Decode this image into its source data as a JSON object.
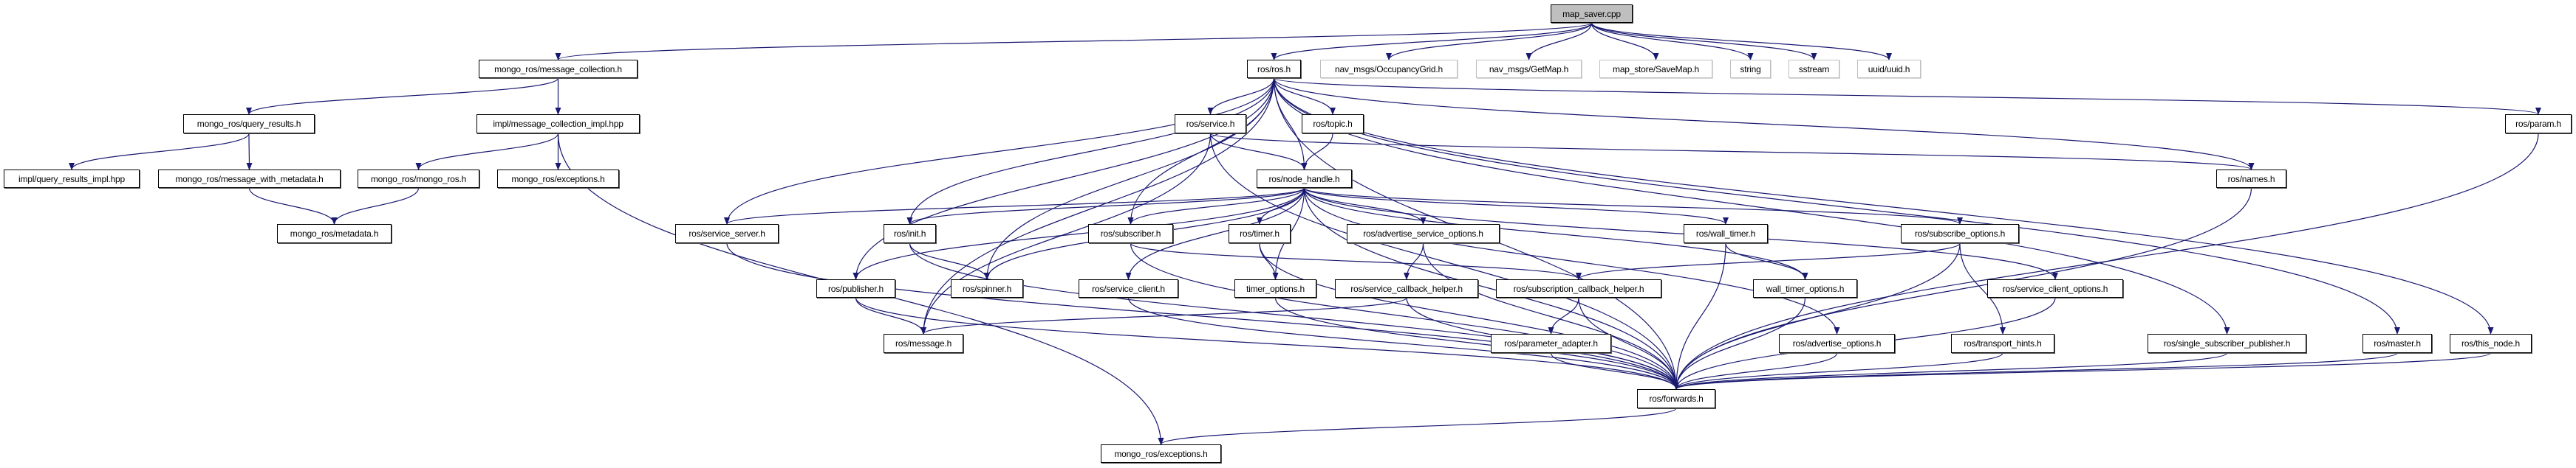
{
  "graph": {
    "edge_color": "#191970",
    "root_fill": "#bfbfbf",
    "external_border": "#bfbfbf",
    "nodes": [
      {
        "id": "map_saver",
        "label": "map_saver.cpp",
        "kind": "root"
      },
      {
        "id": "message_collection",
        "label": "mongo_ros/message_collection.h"
      },
      {
        "id": "ros",
        "label": "ros/ros.h"
      },
      {
        "id": "occgrid",
        "label": "nav_msgs/OccupancyGrid.h",
        "kind": "external"
      },
      {
        "id": "getmap",
        "label": "nav_msgs/GetMap.h",
        "kind": "external"
      },
      {
        "id": "savemap",
        "label": "map_store/SaveMap.h",
        "kind": "external"
      },
      {
        "id": "string",
        "label": "string",
        "kind": "external"
      },
      {
        "id": "sstream",
        "label": "sstream",
        "kind": "external"
      },
      {
        "id": "uuid",
        "label": "uuid/uuid.h",
        "kind": "external"
      },
      {
        "id": "query_results",
        "label": "mongo_ros/query_results.h"
      },
      {
        "id": "mc_impl",
        "label": "impl/message_collection_impl.hpp"
      },
      {
        "id": "qr_impl",
        "label": "impl/query_results_impl.hpp"
      },
      {
        "id": "msg_meta",
        "label": "mongo_ros/message_with_metadata.h"
      },
      {
        "id": "mongo_ros",
        "label": "mongo_ros/mongo_ros.h"
      },
      {
        "id": "exc_top",
        "label": "mongo_ros/exceptions.h"
      },
      {
        "id": "metadata",
        "label": "mongo_ros/metadata.h"
      },
      {
        "id": "service",
        "label": "ros/service.h"
      },
      {
        "id": "topic",
        "label": "ros/topic.h"
      },
      {
        "id": "param",
        "label": "ros/param.h"
      },
      {
        "id": "node_handle",
        "label": "ros/node_handle.h"
      },
      {
        "id": "names",
        "label": "ros/names.h"
      },
      {
        "id": "service_server",
        "label": "ros/service_server.h"
      },
      {
        "id": "init",
        "label": "ros/init.h"
      },
      {
        "id": "subscriber",
        "label": "ros/subscriber.h"
      },
      {
        "id": "timer",
        "label": "ros/timer.h"
      },
      {
        "id": "adv_srv_opts",
        "label": "ros/advertise_service_options.h"
      },
      {
        "id": "wall_timer",
        "label": "ros/wall_timer.h"
      },
      {
        "id": "subscribe_opts",
        "label": "ros/subscribe_options.h"
      },
      {
        "id": "publisher",
        "label": "ros/publisher.h"
      },
      {
        "id": "spinner",
        "label": "ros/spinner.h"
      },
      {
        "id": "service_client",
        "label": "ros/service_client.h"
      },
      {
        "id": "timer_opts",
        "label": "timer_options.h"
      },
      {
        "id": "srv_cb_helper",
        "label": "ros/service_callback_helper.h"
      },
      {
        "id": "sub_cb_helper",
        "label": "ros/subscription_callback_helper.h"
      },
      {
        "id": "wall_timer_opts",
        "label": "wall_timer_options.h"
      },
      {
        "id": "srv_client_opts",
        "label": "ros/service_client_options.h"
      },
      {
        "id": "message",
        "label": "ros/message.h"
      },
      {
        "id": "param_adapter",
        "label": "ros/parameter_adapter.h"
      },
      {
        "id": "adv_opts",
        "label": "ros/advertise_options.h"
      },
      {
        "id": "transport_hints",
        "label": "ros/transport_hints.h"
      },
      {
        "id": "ssp",
        "label": "ros/single_subscriber_publisher.h"
      },
      {
        "id": "master",
        "label": "ros/master.h"
      },
      {
        "id": "this_node",
        "label": "ros/this_node.h"
      },
      {
        "id": "forwards",
        "label": "ros/forwards.h"
      },
      {
        "id": "exc_bottom",
        "label": "mongo_ros/exceptions.h"
      }
    ],
    "edges": [
      [
        "map_saver",
        "message_collection"
      ],
      [
        "map_saver",
        "ros"
      ],
      [
        "map_saver",
        "occgrid"
      ],
      [
        "map_saver",
        "getmap"
      ],
      [
        "map_saver",
        "savemap"
      ],
      [
        "map_saver",
        "string"
      ],
      [
        "map_saver",
        "sstream"
      ],
      [
        "map_saver",
        "uuid"
      ],
      [
        "message_collection",
        "query_results"
      ],
      [
        "message_collection",
        "mc_impl"
      ],
      [
        "query_results",
        "qr_impl"
      ],
      [
        "query_results",
        "msg_meta"
      ],
      [
        "msg_meta",
        "metadata"
      ],
      [
        "mc_impl",
        "mongo_ros"
      ],
      [
        "mc_impl",
        "exc_top"
      ],
      [
        "mc_impl",
        "exc_bottom"
      ],
      [
        "mongo_ros",
        "metadata"
      ],
      [
        "ros",
        "service"
      ],
      [
        "ros",
        "topic"
      ],
      [
        "ros",
        "node_handle"
      ],
      [
        "ros",
        "service_server"
      ],
      [
        "ros",
        "init"
      ],
      [
        "ros",
        "publisher"
      ],
      [
        "ros",
        "subscriber"
      ],
      [
        "ros",
        "spinner"
      ],
      [
        "ros",
        "message"
      ],
      [
        "ros",
        "names"
      ],
      [
        "ros",
        "param"
      ],
      [
        "ros",
        "ssp"
      ],
      [
        "ros",
        "master"
      ],
      [
        "ros",
        "this_node"
      ],
      [
        "ros",
        "forwards"
      ],
      [
        "service",
        "node_handle"
      ],
      [
        "service",
        "names"
      ],
      [
        "service",
        "message"
      ],
      [
        "service",
        "forwards"
      ],
      [
        "topic",
        "node_handle"
      ],
      [
        "node_handle",
        "service_server"
      ],
      [
        "node_handle",
        "init"
      ],
      [
        "node_handle",
        "publisher"
      ],
      [
        "node_handle",
        "spinner"
      ],
      [
        "node_handle",
        "subscriber"
      ],
      [
        "node_handle",
        "service_client"
      ],
      [
        "node_handle",
        "timer"
      ],
      [
        "node_handle",
        "timer_opts"
      ],
      [
        "node_handle",
        "adv_srv_opts"
      ],
      [
        "node_handle",
        "wall_timer"
      ],
      [
        "node_handle",
        "wall_timer_opts"
      ],
      [
        "node_handle",
        "subscribe_opts"
      ],
      [
        "node_handle",
        "srv_client_opts"
      ],
      [
        "node_handle",
        "adv_opts"
      ],
      [
        "node_handle",
        "forwards"
      ],
      [
        "service_server",
        "forwards"
      ],
      [
        "init",
        "spinner"
      ],
      [
        "init",
        "forwards"
      ],
      [
        "publisher",
        "message"
      ],
      [
        "publisher",
        "forwards"
      ],
      [
        "subscriber",
        "sub_cb_helper"
      ],
      [
        "subscriber",
        "forwards"
      ],
      [
        "service_client",
        "forwards"
      ],
      [
        "timer",
        "timer_opts"
      ],
      [
        "timer",
        "forwards"
      ],
      [
        "timer_opts",
        "forwards"
      ],
      [
        "adv_srv_opts",
        "srv_cb_helper"
      ],
      [
        "adv_srv_opts",
        "forwards"
      ],
      [
        "srv_cb_helper",
        "message"
      ],
      [
        "srv_cb_helper",
        "forwards"
      ],
      [
        "sub_cb_helper",
        "param_adapter"
      ],
      [
        "sub_cb_helper",
        "forwards"
      ],
      [
        "param_adapter",
        "forwards"
      ],
      [
        "wall_timer",
        "wall_timer_opts"
      ],
      [
        "wall_timer",
        "forwards"
      ],
      [
        "wall_timer_opts",
        "forwards"
      ],
      [
        "adv_opts",
        "forwards"
      ],
      [
        "subscribe_opts",
        "sub_cb_helper"
      ],
      [
        "subscribe_opts",
        "transport_hints"
      ],
      [
        "subscribe_opts",
        "forwards"
      ],
      [
        "transport_hints",
        "forwards"
      ],
      [
        "srv_client_opts",
        "forwards"
      ],
      [
        "ssp",
        "forwards"
      ],
      [
        "names",
        "forwards"
      ],
      [
        "master",
        "forwards"
      ],
      [
        "this_node",
        "forwards"
      ],
      [
        "param",
        "forwards"
      ],
      [
        "forwards",
        "exc_bottom"
      ]
    ]
  }
}
